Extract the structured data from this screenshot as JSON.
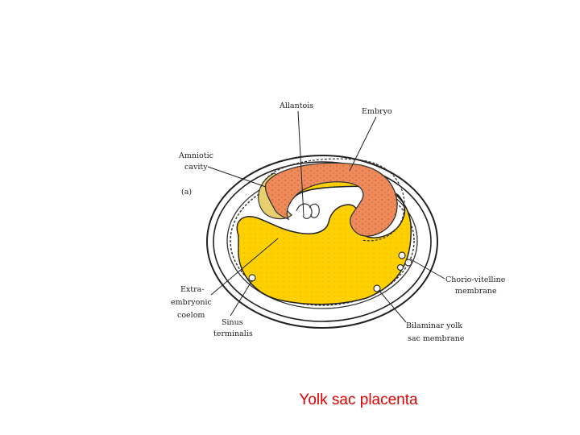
{
  "labels": {
    "allantois": "Allantois",
    "embryo": "Embryo",
    "amniotic_line1": "Amniotic",
    "amniotic_line2": "cavity",
    "panel": "(a)",
    "extra_line1": "Extra-",
    "extra_line2": "embryonic",
    "extra_line3": "coelom",
    "sinus_line1": "Sinus",
    "sinus_line2": "terminalis",
    "cv_line1": "Chorio-vitelline",
    "cv_line2": "membrane",
    "bl_line1": "Bilaminar yolk",
    "bl_line2": "sac membrane"
  },
  "caption": "Yolk sac placenta",
  "colors": {
    "yolk": "#ffd000",
    "embryo": "#ef8a5a",
    "allantois": "#e8d070",
    "caption": "#e00000"
  }
}
